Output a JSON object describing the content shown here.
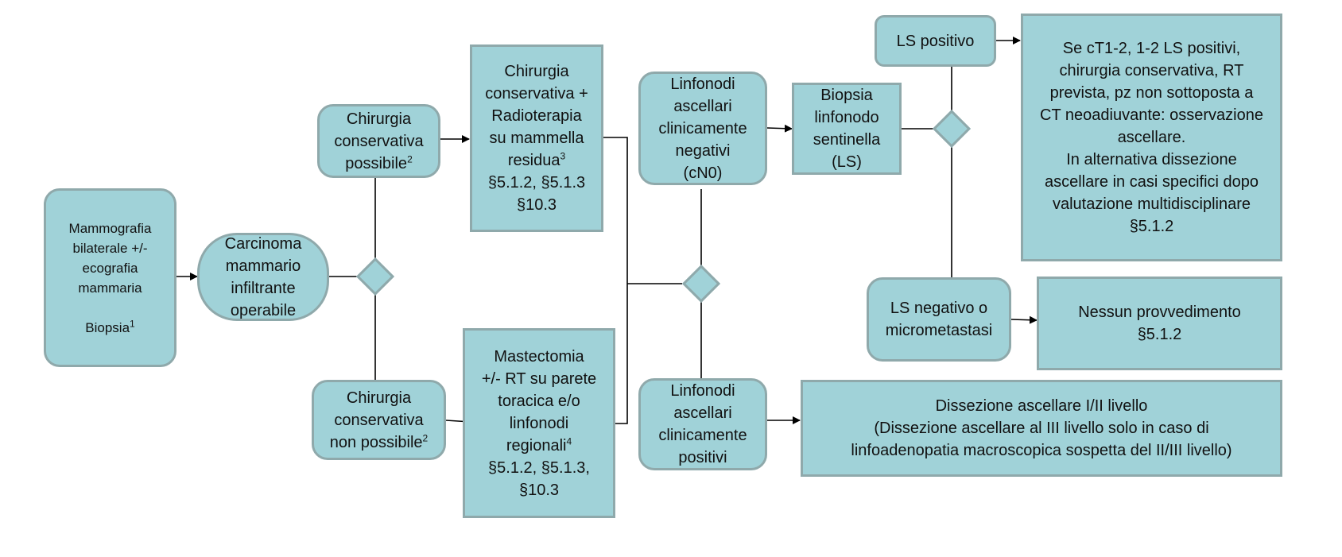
{
  "nodes": {
    "mammografia": {
      "line1": "Mammografia",
      "line2": "bilaterale +/-",
      "line3": "ecografia",
      "line4": "mammaria",
      "line5": "Biopsia",
      "sup5": "1"
    },
    "carcinoma": {
      "line1": "Carcinoma",
      "line2": "mammario",
      "line3": "infiltrante",
      "line4": "operabile"
    },
    "chir_possibile": {
      "line1": "Chirurgia",
      "line2": "conservativa",
      "line3": "possibile",
      "sup3": "2"
    },
    "chir_non_possibile": {
      "line1": "Chirurgia",
      "line2": "conservativa",
      "line3": "non possibile",
      "sup3": "2"
    },
    "chir_radio": {
      "line1": "Chirurgia",
      "line2": "conservativa +",
      "line3": "Radioterapia",
      "line4": "su mammella",
      "line5": "residua",
      "sup5": "3",
      "line6": "§5.1.2, §5.1.3",
      "line7": "§10.3"
    },
    "mastectomia": {
      "line1": "Mastectomia",
      "line2": "+/- RT su parete",
      "line3": "toracica e/o",
      "line4": "linfonodi",
      "line5": "regionali",
      "sup5": "4",
      "line6": "§5.1.2, §5.1.3,",
      "line7": "§10.3"
    },
    "linf_negativi": {
      "line1": "Linfonodi",
      "line2": "ascellari",
      "line3": "clinicamente",
      "line4": "negativi",
      "line5": "(cN0)"
    },
    "linf_positivi": {
      "line1": "Linfonodi",
      "line2": "ascellari",
      "line3": "clinicamente",
      "line4": "positivi"
    },
    "biopsia_ls": {
      "line1": "Biopsia",
      "line2": "linfonodo",
      "line3": "sentinella",
      "line4": "(LS)"
    },
    "ls_positivo": {
      "line1": "LS positivo"
    },
    "ls_negativo": {
      "line1": "LS negativo o",
      "line2": "micrometastasi"
    },
    "ls_pos_outcome": {
      "line1": "Se cT1-2, 1-2 LS positivi,",
      "line2": "chirurgia conservativa, RT",
      "line3": "prevista, pz non sottoposta a",
      "line4": "CT neoadiuvante: osservazione",
      "line5": "ascellare.",
      "line6": "In alternativa dissezione",
      "line7": "ascellare in casi specifici dopo",
      "line8": "valutazione multidisciplinare",
      "line9": "§5.1.2"
    },
    "nessun": {
      "line1": "Nessun provvedimento",
      "line2": "§5.1.2"
    },
    "dissezione": {
      "line1": "Dissezione ascellare I/II livello",
      "line2": "(Dissezione ascellare al III livello solo in caso di",
      "line3": "linfoadenopatia macroscopica sospetta del II/III livello)"
    }
  },
  "colors": {
    "fill": "#a0d2d8",
    "border": "#8fa9ab",
    "line": "#000000"
  }
}
